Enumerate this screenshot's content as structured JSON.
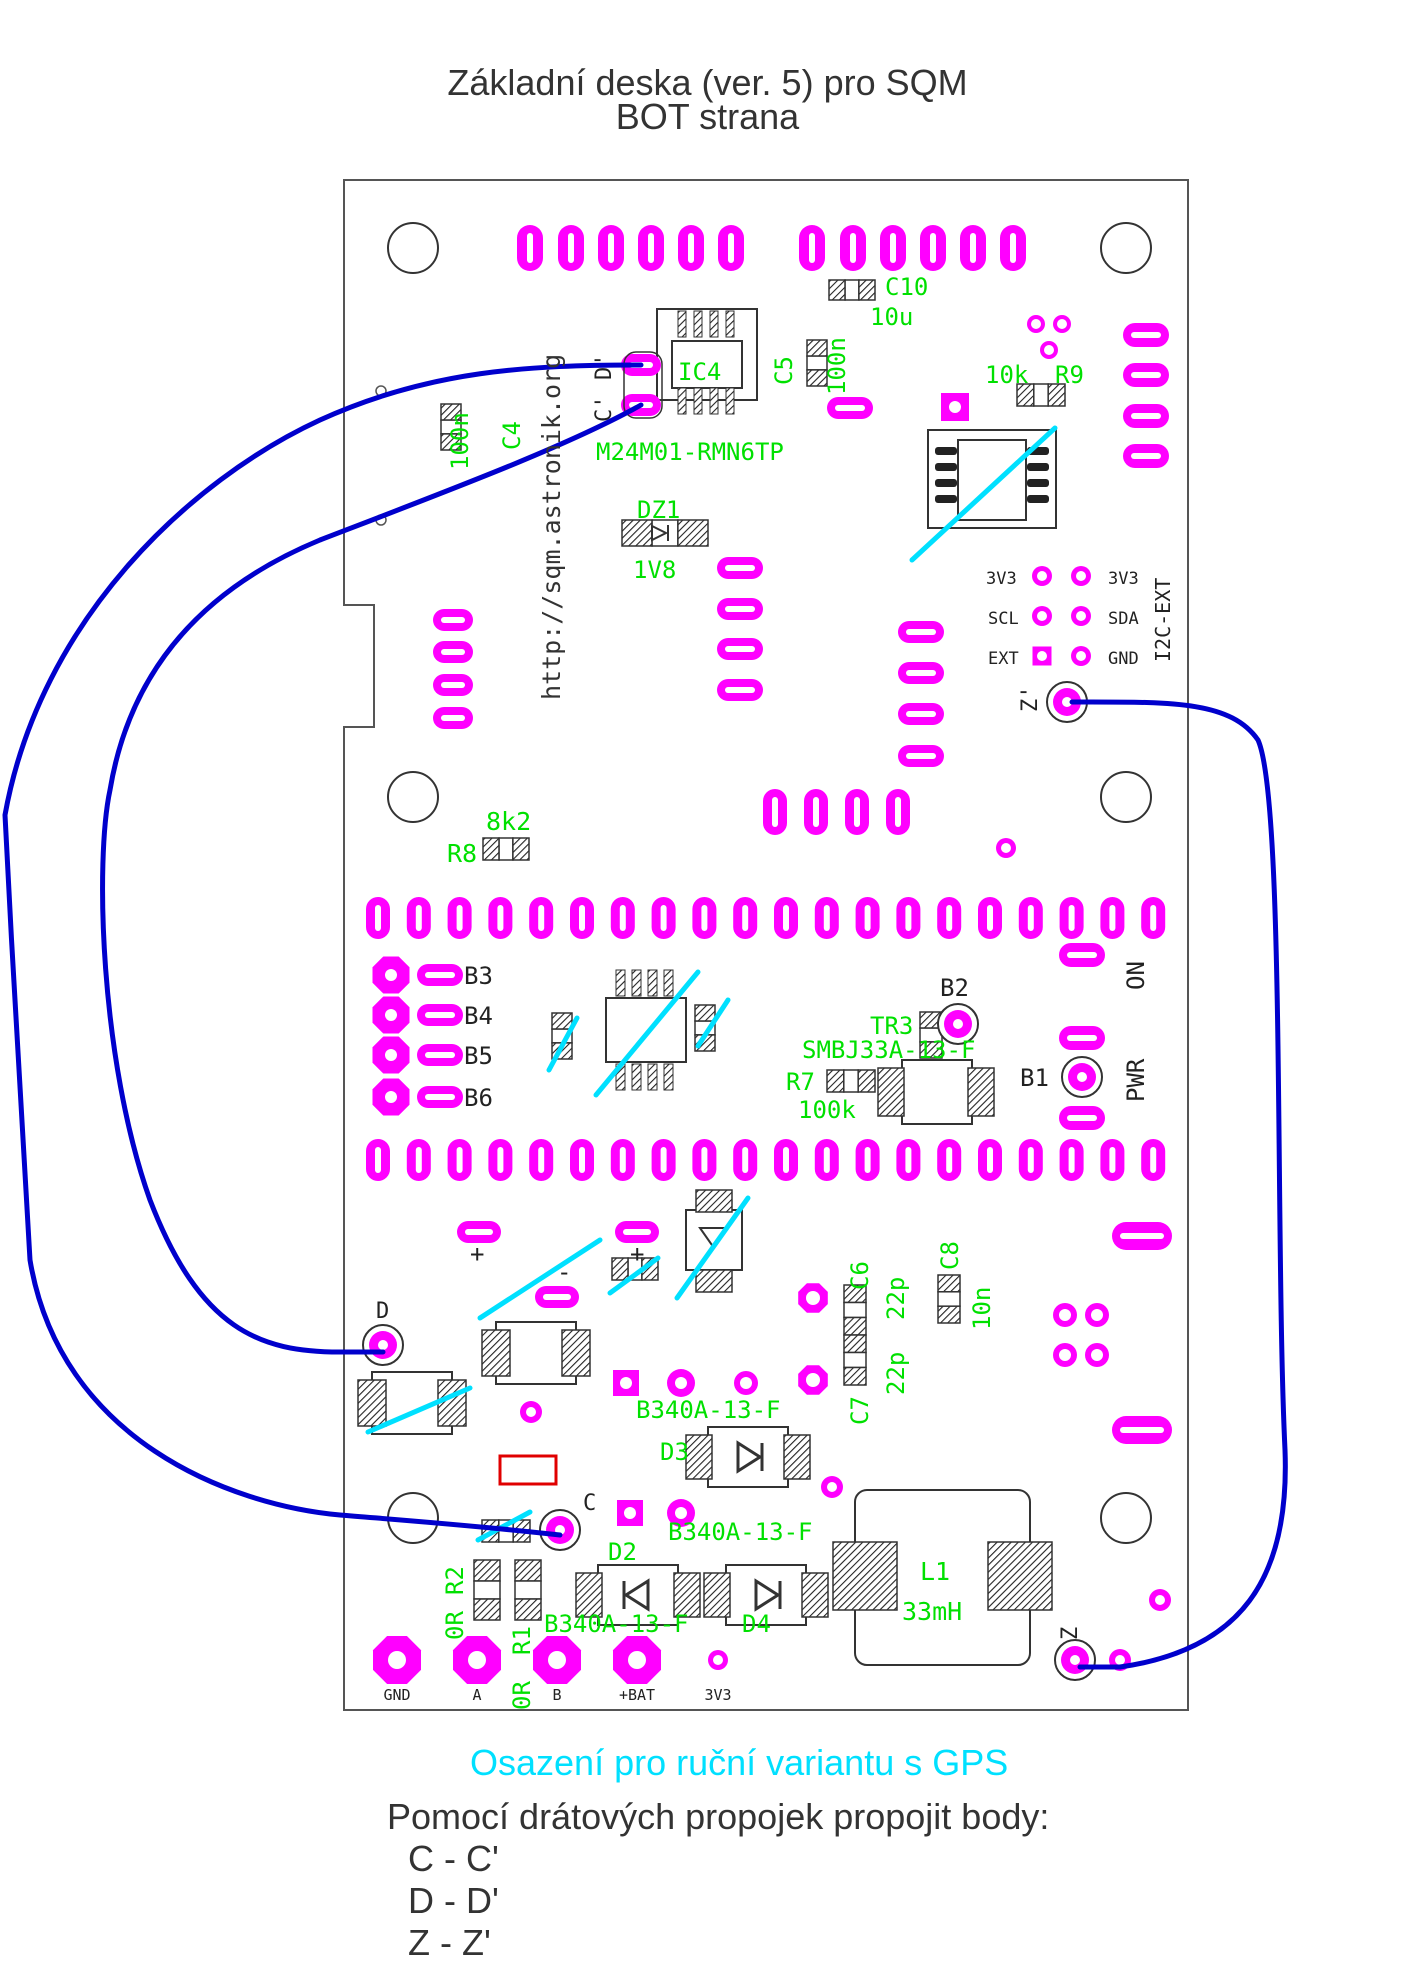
{
  "title_line1": "Základní deska (ver. 5) pro SQM",
  "title_line2": "BOT strana",
  "colors": {
    "pad": "#ff00ff",
    "label": "#00e000",
    "wire": "#0000cc",
    "cut": "#00e0ff",
    "outline": "#333333",
    "red": "#e00000"
  },
  "board_text": {
    "url": "http://sqm.astronik.org",
    "ic4": "IC4",
    "eeprom": "M24M01-RMN6TP",
    "c4": "C4",
    "c4v": "100n",
    "c5": "C5",
    "c5v": "100n",
    "c10": "C10",
    "c10v": "10u",
    "r9v": "10k",
    "r9": "R9",
    "dz1": "DZ1",
    "dz1v": "1V8",
    "d_prime": "D'",
    "c_prime": "C'",
    "z_prime": "Z'",
    "i2c": "I2C-EXT",
    "3v3_l": "3V3",
    "3v3_r": "3V3",
    "scl": "SCL",
    "sda": "SDA",
    "ext": "EXT",
    "gnd_r": "GND",
    "r8v": "8k2",
    "r8": "R8",
    "b3": "B3",
    "b4": "B4",
    "b5": "B5",
    "b6": "B6",
    "b2": "B2",
    "b1": "B1",
    "on": "ON",
    "pwr": "PWR",
    "tr3": "TR3",
    "smbj": "SMBJ33A-13-F",
    "r7": "R7",
    "r7v": "100k",
    "plus1": "+",
    "plus2": "+",
    "minus": "-",
    "c6": "C6",
    "c6v": "22p",
    "c7": "C7",
    "c7v": "22p",
    "c8": "C8",
    "c8v": "10n",
    "d_pt": "D",
    "c_pt": "C",
    "z_pt": "Z",
    "b340_1": "B340A-13-F",
    "d3": "D3",
    "b340_2": "B340A-13-F",
    "d2": "D2",
    "b340_3": "B340A-13-F",
    "d4": "D4",
    "l1": "L1",
    "l1v": "33mH",
    "r2": "R2",
    "r2v": "0R",
    "r1": "R1",
    "r1v": "0R",
    "gnd": "GND",
    "a": "A",
    "b": "B",
    "bat": "+BAT",
    "3v3_b": "3V3"
  },
  "caption_cyan": "Osazení pro ruční variantu s GPS",
  "instructions": "Pomocí drátových propojek propojit body:",
  "pairs": [
    "C - C'",
    "D - D'",
    "Z - Z'"
  ]
}
